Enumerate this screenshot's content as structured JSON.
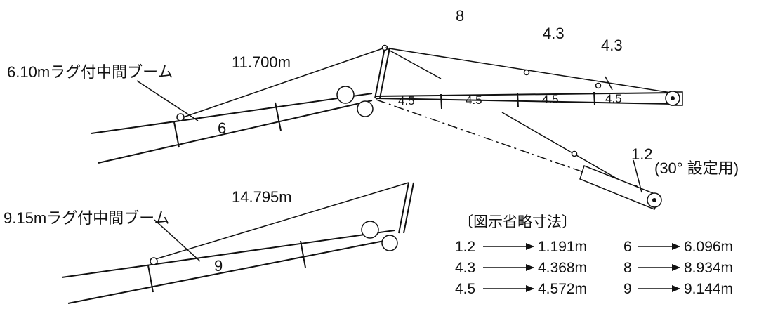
{
  "top_boom": {
    "title": "6.10mラグ付中間ブーム",
    "strut_length": "11.700m",
    "section_number": "6"
  },
  "jib": {
    "segment_top_1": "8",
    "segment_top_2": "4.3",
    "segment_top_3": "4.3",
    "sections": [
      "4.5",
      "4.5",
      "4.5",
      "4.5"
    ],
    "tip_length": "1.2",
    "tip_angle_note": "(30°  設定用)"
  },
  "bottom_boom": {
    "title": "9.15mラグ付中間ブーム",
    "strut_length": "14.795m",
    "section_number": "9"
  },
  "legend": {
    "title": "〔図示省略寸法〕",
    "rows": [
      {
        "from": "1.2",
        "to": "1.191m"
      },
      {
        "from": "6",
        "to": "6.096m"
      },
      {
        "from": "4.3",
        "to": "4.368m"
      },
      {
        "from": "8",
        "to": "8.934m"
      },
      {
        "from": "4.5",
        "to": "4.572m"
      },
      {
        "from": "9",
        "to": "9.144m"
      }
    ]
  }
}
